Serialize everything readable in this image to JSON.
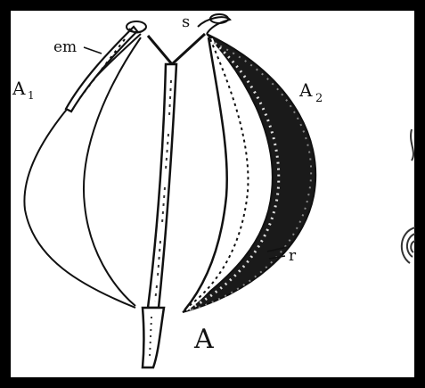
{
  "labels": {
    "em": "em",
    "s": "s",
    "a1": "A",
    "a1_sub": "1",
    "a2": "A",
    "a2_sub": "2",
    "r": "r",
    "figure": "A"
  },
  "colors": {
    "border": "#000000",
    "background": "#ffffff",
    "ink": "#111111"
  }
}
